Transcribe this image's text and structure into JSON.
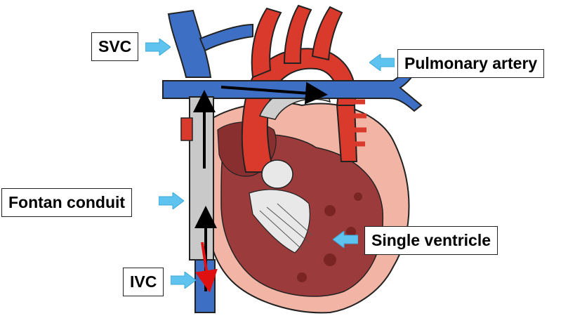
{
  "labels": {
    "svc": "SVC",
    "pulmonary_artery": "Pulmonary artery",
    "fontan_conduit": "Fontan conduit",
    "single_ventricle": "Single ventricle",
    "ivc": "IVC"
  },
  "colors": {
    "vein_blue": "#3d6fc4",
    "artery_red": "#d93a2b",
    "conduit_gray": "#c9c9c9",
    "heart_pink": "#f2b4a4",
    "heart_inner": "#9c3b3b",
    "pointer_blue": "#5ec3ef",
    "flow_arrow_black": "#000000",
    "flow_arrow_red": "#e01010"
  },
  "icons": {
    "pointer": "right-arrow-icon",
    "flow": "flow-arrow-icon"
  }
}
